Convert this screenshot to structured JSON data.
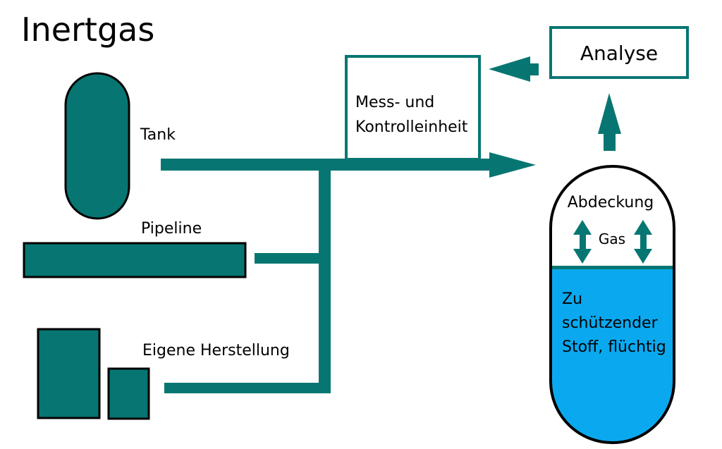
{
  "title": "Inertgas",
  "sources": {
    "tank": "Tank",
    "pipeline": "Pipeline",
    "own_production": "Eigene Herstellung"
  },
  "control_unit": {
    "line1": "Mess- und",
    "line2": "Kontrolleinheit"
  },
  "analysis": "Analyse",
  "vessel": {
    "blanket_label": "Abdeckung",
    "gas_label": "Gas",
    "substance_line1": "Zu",
    "substance_line2": "schützender",
    "substance_line3": "Stoff, flüchtig"
  },
  "colors": {
    "teal": "#077672",
    "liquid": "#0aa9ef",
    "outline": "#000000"
  }
}
